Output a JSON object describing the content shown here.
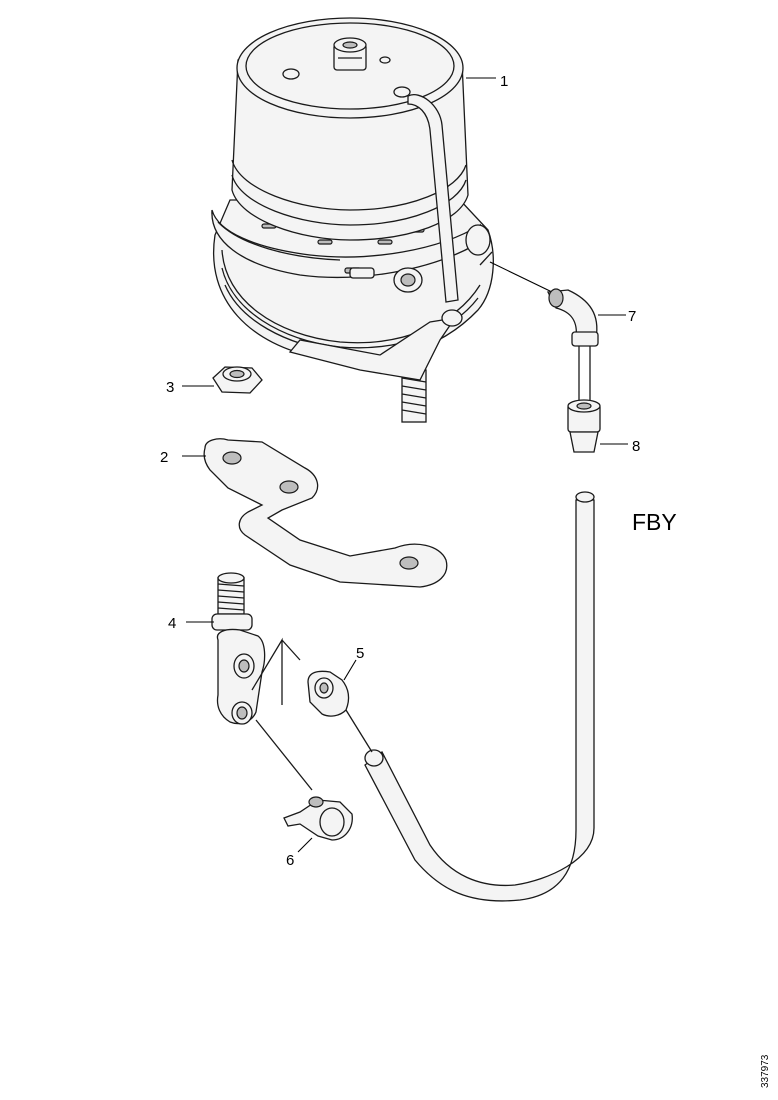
{
  "diagram": {
    "code": "FBY",
    "reference": "337973",
    "callouts": [
      {
        "id": "1",
        "text": "1",
        "part": "brake-chamber"
      },
      {
        "id": "2",
        "text": "2",
        "part": "mounting-bracket"
      },
      {
        "id": "3",
        "text": "3",
        "part": "lock-nut"
      },
      {
        "id": "4",
        "text": "4",
        "part": "banjo-bolt"
      },
      {
        "id": "5",
        "text": "5",
        "part": "hose-fitting"
      },
      {
        "id": "6",
        "text": "6",
        "part": "clamp-fitting"
      },
      {
        "id": "7",
        "text": "7",
        "part": "elbow-fitting"
      },
      {
        "id": "8",
        "text": "8",
        "part": "union-fitting"
      }
    ]
  }
}
